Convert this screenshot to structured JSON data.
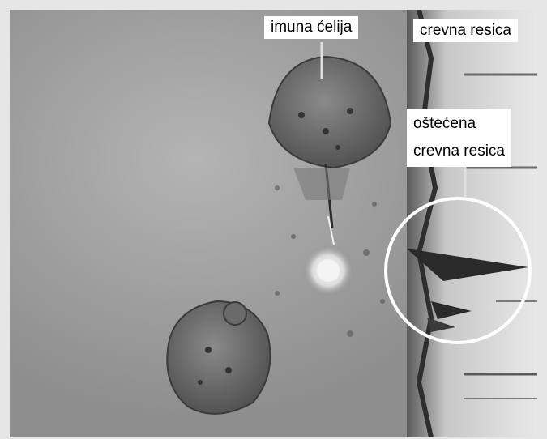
{
  "labels": {
    "immune_cell": "imuna ćelija",
    "villus": "crevna resica",
    "damaged_villus_line1": "oštećena",
    "damaged_villus_line2": "crevna resica"
  },
  "colors": {
    "frame": "#e6e6e6",
    "background": "#9b9b9b",
    "cell": "#6e6e6e",
    "label_bg": "#ffffff"
  }
}
